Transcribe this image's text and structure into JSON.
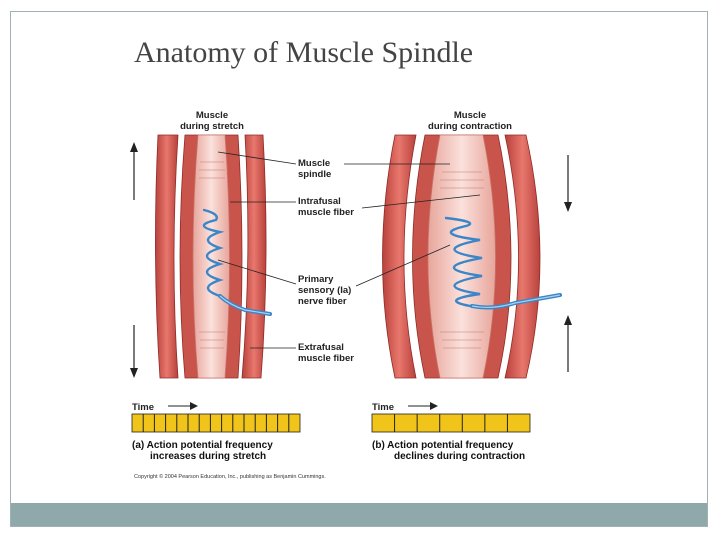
{
  "slide": {
    "title": "Anatomy of Muscle Spindle"
  },
  "diagram": {
    "panel_a": {
      "heading": [
        "Muscle",
        "during stretch"
      ],
      "time_label": "Time",
      "caption_line1": "(a) Action potential frequency",
      "caption_line2": "increases during stretch",
      "ticks": 14
    },
    "panel_b": {
      "heading": [
        "Muscle",
        "during contraction"
      ],
      "time_label": "Time",
      "caption_line1": "(b) Action potential frequency",
      "caption_line2": "declines during contraction",
      "ticks": 6
    },
    "labels": {
      "spindle": [
        "Muscle",
        "spindle"
      ],
      "intrafusal": [
        "Intrafusal",
        "muscle fiber"
      ],
      "sensory": [
        "Primary",
        "sensory (Ia)",
        "nerve fiber"
      ],
      "extrafusal": [
        "Extrafusal",
        "muscle fiber"
      ]
    },
    "copyright": "Copyright © 2004 Pearson Education, Inc., publishing as Benjamin Cummings.",
    "colors": {
      "muscle": "#d9534f",
      "muscle_dark": "#b83a36",
      "spindle": "#f2c0b8",
      "nerve": "#3a86c8",
      "spike_bar": "#f0c418"
    }
  }
}
